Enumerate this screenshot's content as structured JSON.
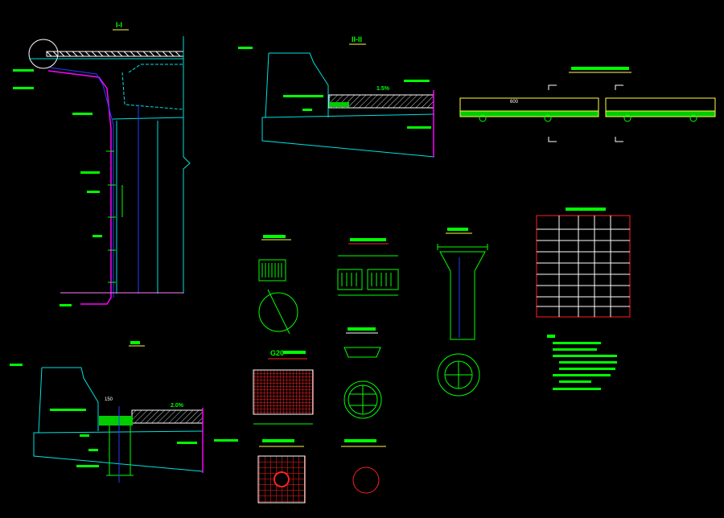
{
  "drawing": {
    "section_1_title": "I-I",
    "section_2_title": "II-II",
    "grate_title_code": "G20",
    "slope_top": "1.5%",
    "slope_bottom": "2.0%",
    "dim_600": "600",
    "dim_150": "150",
    "table_rows": 8,
    "notes_count": 5
  },
  "colors": {
    "background": "#000000",
    "annotation": "#00ff00",
    "structure": "#00e0e0",
    "pipe": "#ff00ff",
    "grate": "#ff2020",
    "title_underline": "#ffff40"
  }
}
